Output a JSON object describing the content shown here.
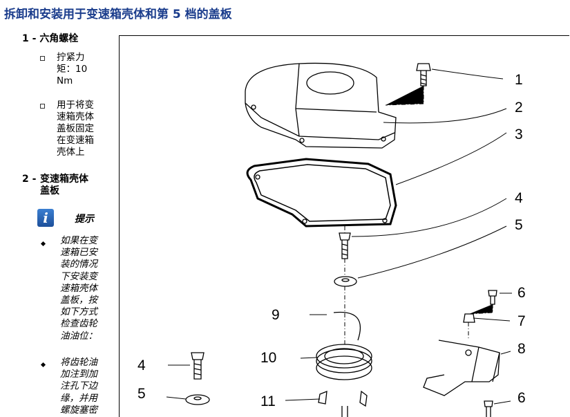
{
  "page": {
    "title": "拆卸和安装用于变速箱壳体和第 5 档的盖板"
  },
  "items": [
    {
      "number": "1 -",
      "name": "六角螺栓",
      "bullets": [
        "拧紧力\n矩：10\nNm",
        "用于将变\n速箱壳体\n盖板固定\n在变速箱\n壳体上"
      ]
    },
    {
      "number": "2 -",
      "name": "变速箱壳体\n盖板",
      "hint_label": "提示",
      "info_icon": "i",
      "notes": [
        "如果在变\n速箱已安\n装的情况\n下安装变\n速箱壳体\n盖板，按\n如下方式\n检查齿轮\n油油位：",
        "将齿轮油\n加注到加\n注孔下边\n缘，并用\n螺旋塞密"
      ]
    }
  ],
  "figure": {
    "callouts": [
      "1",
      "2",
      "3",
      "4",
      "5",
      "6",
      "7",
      "8",
      "9",
      "10",
      "4",
      "5",
      "11",
      "6"
    ]
  }
}
